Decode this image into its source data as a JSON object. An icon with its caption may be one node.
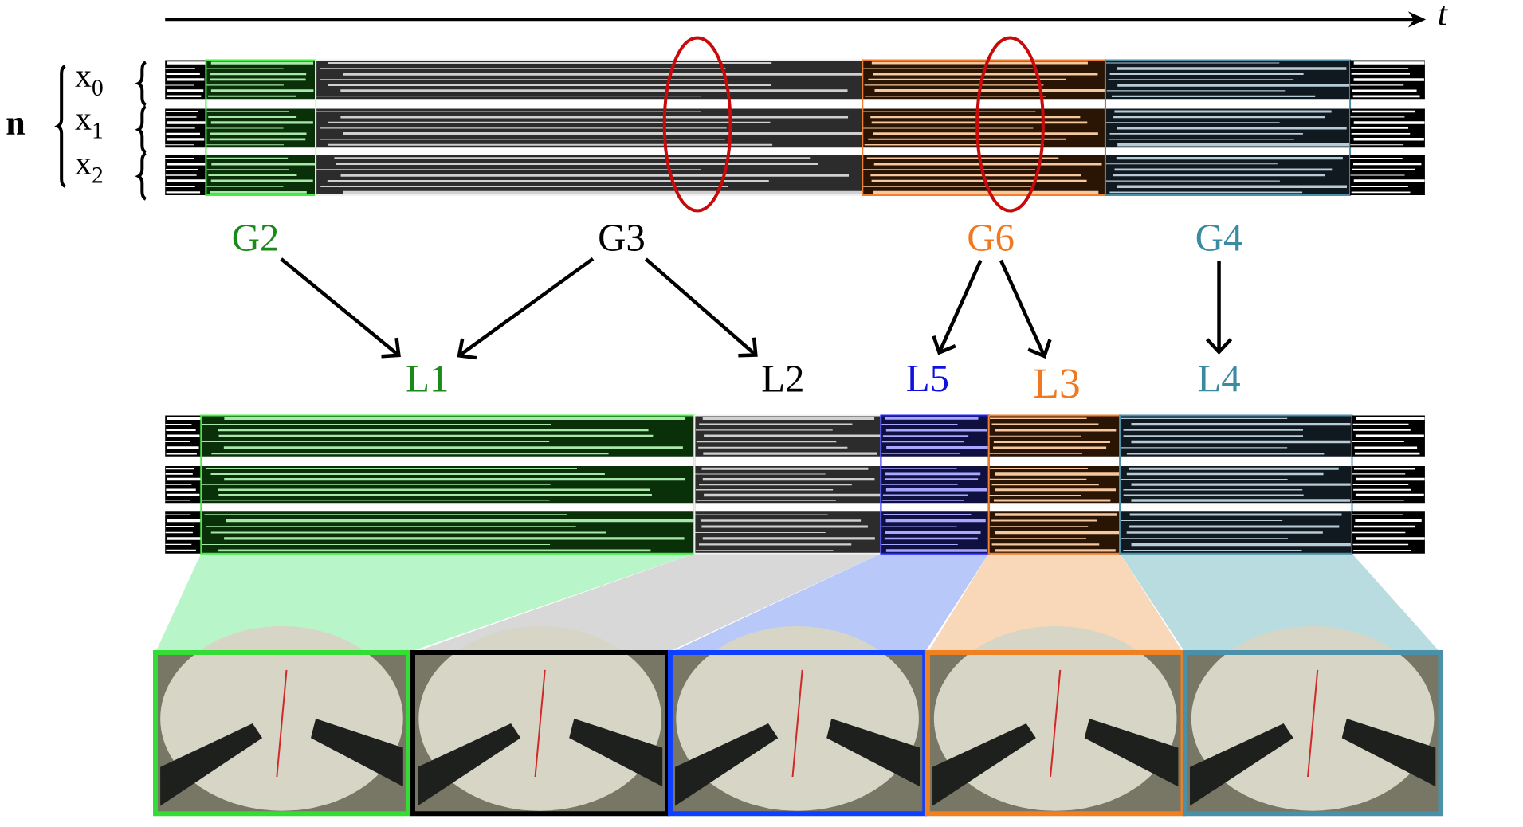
{
  "diagram": {
    "nodes": [
      {
        "text": [
          "G2"
        ]
      },
      {
        "text": [
          "G3"
        ]
      },
      {
        "text": [
          "G6"
        ]
      },
      {
        "text": [
          "G4"
        ]
      },
      {
        "text": [
          "L1"
        ]
      },
      {
        "text": [
          "L2"
        ]
      },
      {
        "text": [
          "L5"
        ]
      },
      {
        "text": [
          "L3"
        ]
      },
      {
        "text": [
          "L4"
        ]
      }
    ],
    "edges": [
      {
        "from": 0,
        "to": 4,
        "arrow": "to"
      },
      {
        "from": 1,
        "to": 4,
        "arrow": "to"
      },
      {
        "from": 1,
        "to": 5,
        "arrow": "to"
      },
      {
        "from": 2,
        "to": 6,
        "arrow": "to"
      },
      {
        "from": 2,
        "to": 7,
        "arrow": "to"
      },
      {
        "from": 3,
        "to": 8,
        "arrow": "to"
      }
    ],
    "labels": [
      "t",
      "n",
      "x$_{0}$",
      "x$_{1}$",
      "x$_{2}$"
    ]
  }
}
